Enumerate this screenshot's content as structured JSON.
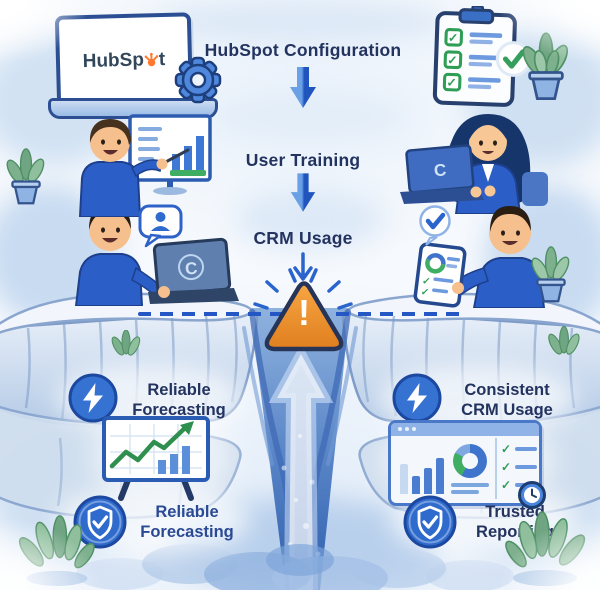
{
  "steps": [
    {
      "label": "HubSpot Configuration"
    },
    {
      "label": "User Training"
    },
    {
      "label": "CRM Usage"
    }
  ],
  "risk": {
    "warning_mark": "!"
  },
  "benefits": {
    "left_top": "Reliable\nForecasting",
    "right_top": "Consistent\nCRM Usage",
    "left_bottom": "Reliable\nForecasting",
    "right_bottom": "Trusted\nReporting"
  },
  "hubspot_logo": {
    "part1": "HubSp",
    "part2": "t"
  },
  "laptop_monogram": "C",
  "icons": {
    "check": "✓"
  },
  "colors": {
    "text_navy": "#23335f",
    "arrow_blue": "#2a64cc",
    "warning_orange": "#ef8f2e",
    "badge_blue": "#2f6bcc",
    "check_green": "#2f9e55",
    "hubspot_orange": "#ff7a30",
    "watercolor_blue": "#b7cfec"
  }
}
